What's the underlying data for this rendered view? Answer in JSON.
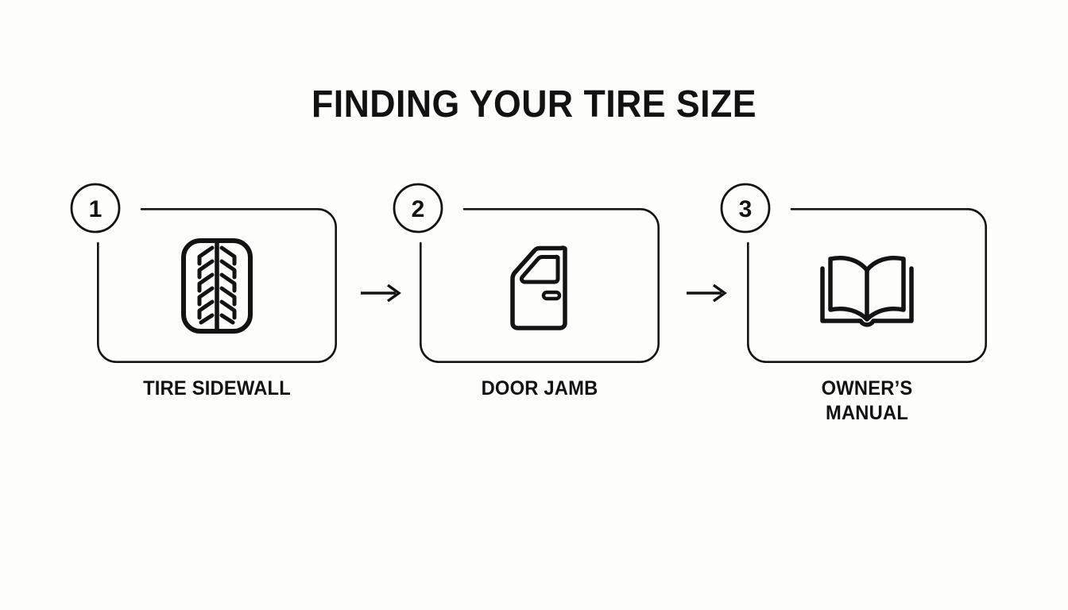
{
  "page": {
    "title": "FINDING YOUR TIRE SIZE",
    "background_color": "#fdfdfc",
    "ink_color": "#131313"
  },
  "steps": [
    {
      "number": "1",
      "label": "TIRE SIDEWALL",
      "icon": "tire-icon"
    },
    {
      "number": "2",
      "label": "DOOR JAMB",
      "icon": "car-door-icon"
    },
    {
      "number": "3",
      "label_line1": "OWNER’S",
      "label_line2": "MANUAL",
      "label": "OWNER’S MANUAL",
      "icon": "open-book-icon"
    }
  ],
  "connectors": [
    {
      "name": "arrow-1",
      "direction": "right"
    },
    {
      "name": "arrow-2",
      "direction": "right"
    }
  ]
}
